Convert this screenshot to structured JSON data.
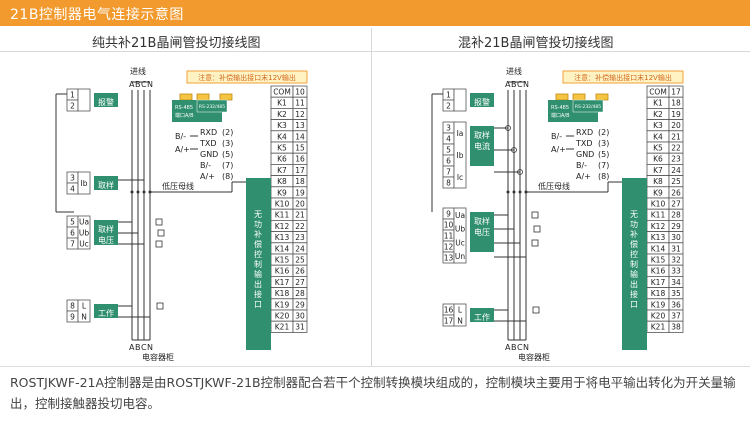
{
  "header": {
    "title": "21B控制器电气连接示意图"
  },
  "left": {
    "title": "纯共补21B晶闸管投切接线图",
    "note": "注意：补偿输出接口末12V输出",
    "incoming_label": "进线",
    "phases": [
      "A",
      "B",
      "C",
      "N"
    ],
    "bus_label": "低压母线",
    "cabinet_label": "电容器柜",
    "rs485_a": "RS-485\n端口A/B",
    "rs485_b": "RS-232/485",
    "comms": [
      "RXD",
      "TXD",
      "GND",
      "B/-",
      "A/+"
    ],
    "comms_nums": [
      "(2)",
      "(3)",
      "(5)",
      "(7)",
      "(8)"
    ],
    "comms_side": [
      "B/-",
      "A/+"
    ],
    "alarm": {
      "terms": [
        "1",
        "2"
      ],
      "label": "报警\n输出"
    },
    "current": {
      "terms": [
        "3",
        "4"
      ],
      "pin": "Ib",
      "label": "取样\n电流"
    },
    "voltage": {
      "terms": [
        "5",
        "6",
        "7"
      ],
      "pins": [
        "Ua",
        "Ub",
        "Uc"
      ],
      "label": "取样\n电压"
    },
    "power": {
      "terms": [
        "8",
        "9"
      ],
      "pins": [
        "L",
        "N"
      ],
      "label": "工作\n电源"
    },
    "outputs": [
      "COM",
      "K1",
      "K2",
      "K3",
      "K4",
      "K5",
      "K6",
      "K7",
      "K8",
      "K9",
      "K10",
      "K11",
      "K12",
      "K13",
      "K14",
      "K15",
      "K16",
      "K17",
      "K18",
      "K19",
      "K20",
      "K21"
    ],
    "output_nums": [
      "10",
      "11",
      "12",
      "13",
      "14",
      "15",
      "16",
      "17",
      "18",
      "19",
      "20",
      "21",
      "22",
      "23",
      "24",
      "25",
      "26",
      "27",
      "28",
      "29",
      "30",
      "31"
    ],
    "module_label": "无功补偿控制输出接口"
  },
  "right": {
    "title": "混补21B晶闸管投切接线图",
    "note": "注意：补偿输出接口末12V输出",
    "incoming_label": "进线",
    "phases": [
      "A",
      "B",
      "C",
      "N"
    ],
    "bus_label": "低压母线",
    "cabinet_label": "电容器柜",
    "rs485_a": "RS-485\n端口A/B",
    "rs485_b": "RS-232/485",
    "comms": [
      "RXD",
      "TXD",
      "GND",
      "B/-",
      "A/+"
    ],
    "comms_nums": [
      "(2)",
      "(3)",
      "(5)",
      "(7)",
      "(8)"
    ],
    "comms_side": [
      "B/-",
      "A/+"
    ],
    "alarm": {
      "terms": [
        "1",
        "2"
      ],
      "label": "报警\n输出"
    },
    "current": {
      "terms": [
        "3",
        "4",
        "5",
        "6",
        "7",
        "8"
      ],
      "pins": [
        "Ia",
        "Ib",
        "Ic"
      ],
      "label": "取样\n电流"
    },
    "voltage": {
      "terms": [
        "9",
        "10",
        "11",
        "12",
        "13"
      ],
      "pins": [
        "Ua",
        "Ub",
        "Uc",
        "Un"
      ],
      "label": "取样\n电压"
    },
    "power": {
      "terms": [
        "16",
        "17"
      ],
      "pins": [
        "L",
        "N"
      ],
      "label": "工作\n电源"
    },
    "outputs": [
      "COM",
      "K1",
      "K2",
      "K3",
      "K4",
      "K5",
      "K6",
      "K7",
      "K8",
      "K9",
      "K10",
      "K11",
      "K12",
      "K13",
      "K14",
      "K15",
      "K16",
      "K17",
      "K18",
      "K19",
      "K20",
      "K21"
    ],
    "output_nums": [
      "17",
      "18",
      "19",
      "20",
      "21",
      "22",
      "23",
      "24",
      "25",
      "26",
      "27",
      "28",
      "29",
      "30",
      "31",
      "32",
      "33",
      "34",
      "35",
      "36",
      "37",
      "38"
    ],
    "module_label": "无功补偿控制输出接口"
  },
  "description": "ROSTJKWF-21A控制器是由ROSTJKWF-21B控制器配合若干个控制转换模块组成的，控制模块主要用于将电平输出转化为开关量输出，控制接触器投切电容。",
  "colors": {
    "accent": "#f29a2e",
    "box_fill": "#2f8f6f",
    "box_text": "#ffffff",
    "line": "#333333",
    "note_fill": "#fff3c4",
    "note_border": "#f2a23a"
  }
}
